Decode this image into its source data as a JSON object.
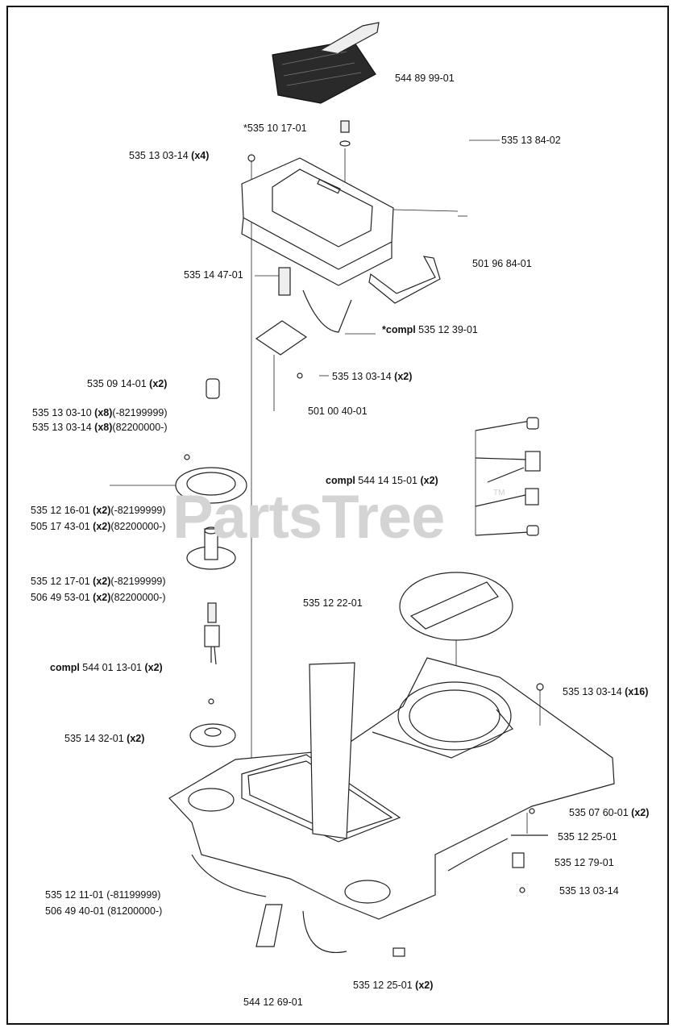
{
  "watermark": {
    "text": "PartsTree",
    "tm": "TM"
  },
  "labels": {
    "p5448999": {
      "num": "544 89 99-01"
    },
    "p5351017": {
      "num": "*535 10 17-01"
    },
    "p5351384": {
      "num": "535 13 84-02"
    },
    "p5351303_x4": {
      "num": "535 13 03-14",
      "qty": "(x4)"
    },
    "p5351447": {
      "num": "535 14 47-01"
    },
    "p5019684": {
      "num": "501 96 84-01"
    },
    "p5351239": {
      "prefix": "*compl",
      "num": "535 12 39-01"
    },
    "p5351303_x2": {
      "num": "535 13 03-14",
      "qty": "(x2)"
    },
    "p5350914": {
      "num": "535 09 14-01",
      "qty": "(x2)"
    },
    "p5010040": {
      "num": "501 00 40-01"
    },
    "p5351303_10": {
      "num": "535 13 03-10",
      "qty": "(x8)",
      "range": "(-82199999)"
    },
    "p5351303_x8": {
      "num": "535 13 03-14",
      "qty": "(x8)",
      "range": "(82200000-)"
    },
    "p5441415": {
      "prefix": "compl",
      "num": "544 14 15-01",
      "qty": "(x2)"
    },
    "p5351216": {
      "num": "535 12 16-01",
      "qty": "(x2)",
      "range": "(-82199999)"
    },
    "p5051743": {
      "num": "505 17 43-01",
      "qty": "(x2)",
      "range": "(82200000-)"
    },
    "p5351217": {
      "num": "535 12 17-01",
      "qty": "(x2)",
      "range": "(-82199999)"
    },
    "p5064953": {
      "num": "506 49 53-01",
      "qty": "(x2)",
      "range": "(82200000-)"
    },
    "p5351222": {
      "num": "535 12 22-01"
    },
    "p5440113": {
      "prefix": "compl",
      "num": "544 01 13-01",
      "qty": "(x2)"
    },
    "p5351303_x16": {
      "num": "535 13 03-14",
      "qty": "(x16)"
    },
    "p5351432": {
      "num": "535 14 32-01",
      "qty": "(x2)"
    },
    "p5350760": {
      "num": "535 07 60-01",
      "qty": "(x2)"
    },
    "p5351225": {
      "num": "535 12 25-01"
    },
    "p5351279": {
      "num": "535 12 79-01"
    },
    "p5351303": {
      "num": "535 13 03-14"
    },
    "p5351211": {
      "num": "535 12 11-01",
      "range": "(-81199999)"
    },
    "p5064940": {
      "num": "506 49 40-01",
      "range": "(81200000-)"
    },
    "p5351225_x2": {
      "num": "535 12 25-01",
      "qty": "(x2)"
    },
    "p5441269": {
      "num": "544 12 69-01"
    }
  }
}
